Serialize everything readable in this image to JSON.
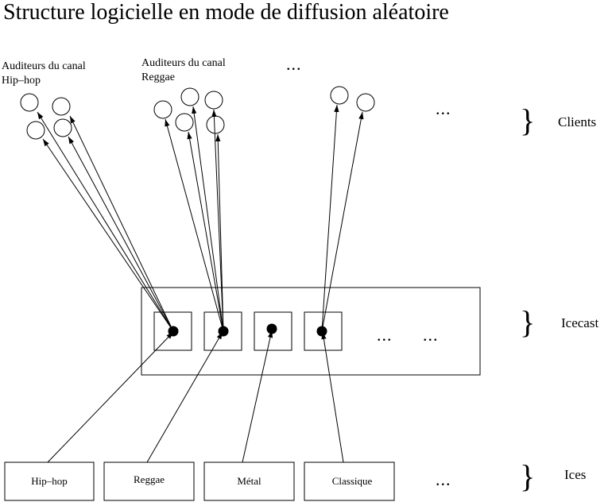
{
  "title": "Structure logicielle en mode de diffusion aléatoire",
  "groups": [
    {
      "line1": "Auditeurs du canal",
      "line2": "Hip–hop"
    },
    {
      "line1": "Auditeurs du canal",
      "line2": "Reggae"
    }
  ],
  "ellipsis": "...",
  "ices_sources": [
    "Hip–hop",
    "Reggae",
    "Métal",
    "Classique"
  ],
  "layers": {
    "clients": "Clients",
    "icecast": "Icecast",
    "ices": "Ices"
  },
  "brace": "}"
}
